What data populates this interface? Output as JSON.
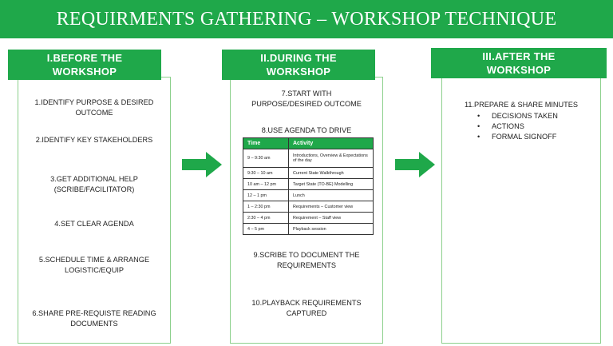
{
  "title": "REQUIRMENTS GATHERING – WORKSHOP TECHNIQUE",
  "before": {
    "heading": [
      "I.BEFORE THE",
      "WORKSHOP"
    ],
    "steps": [
      [
        "1.IDENTIFY PURPOSE & DESIRED",
        "OUTCOME"
      ],
      [
        "2.IDENTIFY KEY STAKEHOLDERS"
      ],
      [
        "3.GET ADDITIONAL HELP",
        "(SCRIBE/FACILITATOR)"
      ],
      [
        "4.SET CLEAR AGENDA"
      ],
      [
        "5.SCHEDULE TIME & ARRANGE",
        "LOGISTIC/EQUIP"
      ],
      [
        "6.SHARE PRE-REQUISTE READING",
        "DOCUMENTS"
      ]
    ]
  },
  "during": {
    "heading": [
      "II.DURING THE",
      "WORKSHOP"
    ],
    "step7": [
      "7.START WITH",
      "PURPOSE/DESIRED OUTCOME"
    ],
    "step8": "8.USE AGENDA TO DRIVE",
    "agenda": {
      "headers": [
        "Time",
        "Activity"
      ],
      "rows": [
        [
          "9 – 9:30 am",
          "Introductions, Overview & Expectations of the day"
        ],
        [
          "9:30 – 10 am",
          "Current State Walkthrough"
        ],
        [
          "10 am – 12 pm",
          "Target State (TO-BE) Modelling"
        ],
        [
          "12 – 1 pm",
          "Lunch"
        ],
        [
          "1 – 2:30 pm",
          "Requirements  – Customer view"
        ],
        [
          "2:30 – 4 pm",
          "Requirement  – Staff view"
        ],
        [
          "4 – 5 pm",
          "Playback session"
        ]
      ]
    },
    "step9": [
      "9.SCRIBE TO DOCUMENT THE",
      "REQUIREMENTS"
    ],
    "step10": [
      "10.PLAYBACK REQUIREMENTS",
      "CAPTURED"
    ]
  },
  "after": {
    "heading": [
      "III.AFTER THE",
      "WORKSHOP"
    ],
    "step11": "11.PREPARE & SHARE MINUTES",
    "bullets": [
      "DECISIONS TAKEN",
      "ACTIONS",
      "FORMAL SIGNOFF"
    ]
  },
  "colors": {
    "accent": "#1fa84a",
    "border": "#8cd08c"
  },
  "icons": [
    "arrow-right-icon",
    "arrow-right-icon"
  ]
}
